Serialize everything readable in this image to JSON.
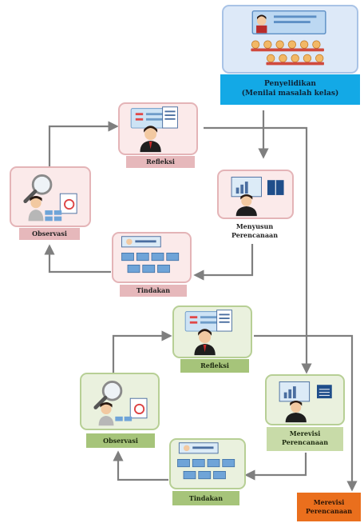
{
  "top": {
    "title_line1": "Penyelidikan",
    "title_line2": "(Menilai masalah kelas)"
  },
  "cycle1": {
    "refleksi": "Refleksi",
    "observasi": "Observasi",
    "menyusun_line1": "Menyusun",
    "menyusun_line2": "Perencanaan",
    "tindakan": "Tindakan"
  },
  "cycle2": {
    "refleksi": "Refleksi",
    "observasi": "Observasi",
    "merevisi_line1": "Merevisi",
    "merevisi_line2": "Perencanaan",
    "tindakan": "Tindakan"
  },
  "final": {
    "line1": "Merevisi",
    "line2": "Perencanaan"
  },
  "colors": {
    "cycle1_box": "#fbeaea",
    "cycle1_label": "#e6b8bb",
    "cycle2_box": "#eaf1de",
    "cycle2_label": "#a6c47a",
    "top_box": "#dde9f8",
    "top_label": "#13a9e6",
    "final_label": "#ea6f1d",
    "arrow": "#7f7f7f"
  },
  "icons": [
    "teacher-at-board-icon",
    "document-icon",
    "magnifier-icon",
    "chart-board-icon",
    "book-icon",
    "calendar-icon",
    "classroom-icon",
    "student-icon"
  ]
}
